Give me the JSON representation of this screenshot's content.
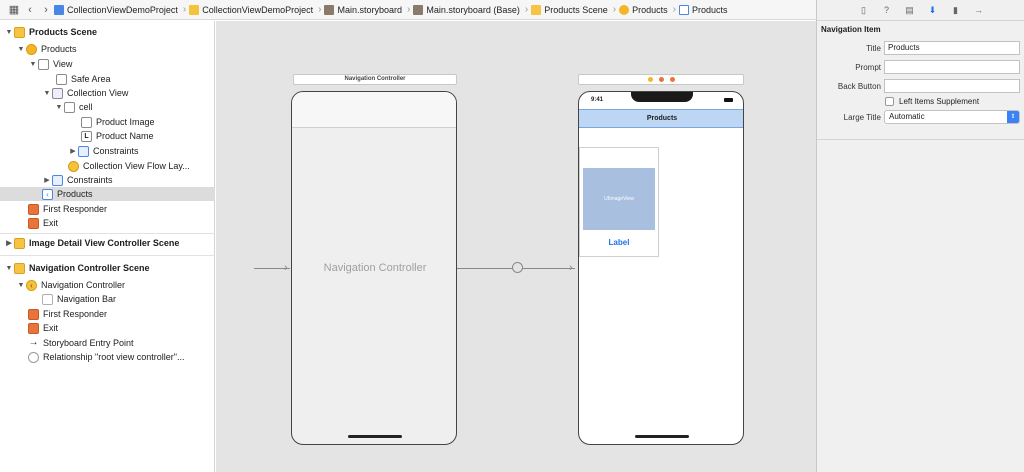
{
  "jumpbar": {
    "crumbs": [
      {
        "label": "CollectionViewDemoProject",
        "icon": "project-icon"
      },
      {
        "label": "CollectionViewDemoProject",
        "icon": "folder-icon"
      },
      {
        "label": "Main.storyboard",
        "icon": "storyboard-icon"
      },
      {
        "label": "Main.storyboard (Base)",
        "icon": "storyboard-icon"
      },
      {
        "label": "Products Scene",
        "icon": "scene-icon"
      },
      {
        "label": "Products",
        "icon": "viewcontroller-icon"
      },
      {
        "label": "Products",
        "icon": "navigation-item-icon"
      }
    ]
  },
  "navigator": {
    "items": [
      {
        "label": "Products Scene"
      },
      {
        "label": "Products"
      },
      {
        "label": "View"
      },
      {
        "label": "Safe Area"
      },
      {
        "label": "Collection View"
      },
      {
        "label": "cell"
      },
      {
        "label": "Product Image"
      },
      {
        "label": "Product Name"
      },
      {
        "label": "Constraints"
      },
      {
        "label": "Collection View Flow Lay..."
      },
      {
        "label": "Constraints"
      },
      {
        "label": "Products"
      },
      {
        "label": "First Responder"
      },
      {
        "label": "Exit"
      },
      {
        "label": "Image Detail View Controller Scene"
      },
      {
        "label": "Navigation Controller Scene"
      },
      {
        "label": "Navigation Controller"
      },
      {
        "label": "Navigation Bar"
      },
      {
        "label": "First Responder"
      },
      {
        "label": "Exit"
      },
      {
        "label": "Storyboard Entry Point"
      },
      {
        "label": "Relationship \"root view controller\"..."
      }
    ]
  },
  "canvas": {
    "nav_scene_title": "Navigation Controller",
    "nav_controller_label": "Navigation Controller",
    "products_nav_title": "Products",
    "status_time": "9:41",
    "cell_image_label": "UIImageView",
    "cell_label": "Label"
  },
  "inspector": {
    "section_title": "Navigation Item",
    "title_label": "Title",
    "title_value": "Products",
    "prompt_label": "Prompt",
    "prompt_value": "",
    "back_button_label": "Back Button",
    "back_button_value": "",
    "left_items_label": "Left Items Supplement",
    "large_title_label": "Large Title",
    "large_title_value": "Automatic"
  }
}
